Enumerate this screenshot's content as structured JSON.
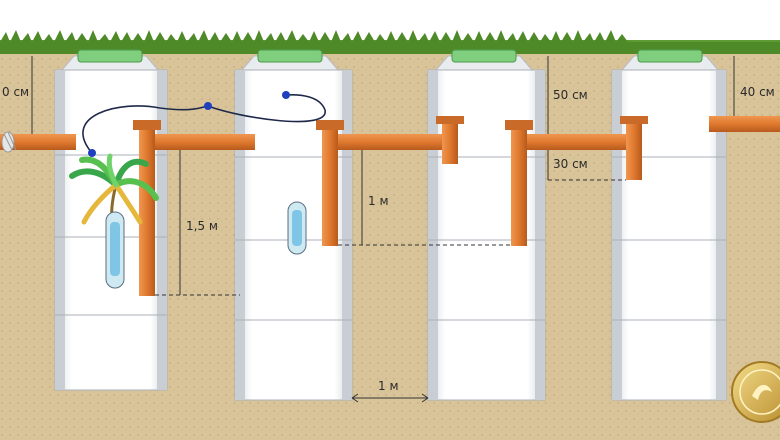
{
  "labels": {
    "left_depth": "0 см",
    "drop_1_5m": "1,5 м",
    "drop_1m": "1 м",
    "gap_50cm": "50 см",
    "gap_40cm": "40 см",
    "gap_30cm": "30 см",
    "spacing_1m": "1 м"
  },
  "colors": {
    "soil": "#d9c49a",
    "grass": "#5e9a34",
    "pipe": "#e0792f",
    "ring": "#f1f3f5",
    "lid": "#7fcf7f",
    "hose": "#1f2a4a",
    "hose_end": "#1f3fbf"
  },
  "icons": {
    "plant": "palm-plant-icon",
    "filter": "filter-cartridge-icon",
    "seal": "gold-seal-icon"
  }
}
